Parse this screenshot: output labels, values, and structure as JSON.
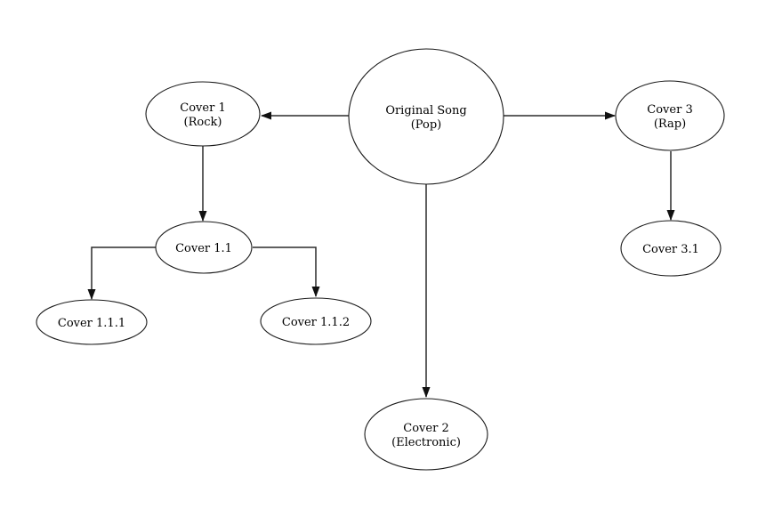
{
  "diagram": {
    "background_color": "#ffffff",
    "node_fill": "#ffffff",
    "node_stroke": "#000000",
    "edge_color": "#000000",
    "text_color": "#000000",
    "nodes": {
      "original_song": {
        "line1": "Original Song",
        "line2": "(Pop)"
      },
      "cover_1": {
        "line1": "Cover 1",
        "line2": "(Rock)"
      },
      "cover_3": {
        "line1": "Cover 3",
        "line2": "(Rap)"
      },
      "cover_2": {
        "line1": "Cover 2",
        "line2": "(Electronic)"
      },
      "cover_1_1": {
        "label": "Cover 1.1"
      },
      "cover_1_1_1": {
        "label": "Cover 1.1.1"
      },
      "cover_1_1_2": {
        "label": "Cover 1.1.2"
      },
      "cover_3_1": {
        "label": "Cover 3.1"
      }
    },
    "edges": [
      {
        "from": "Original Song (Pop)",
        "to": "Cover 1 (Rock)"
      },
      {
        "from": "Original Song (Pop)",
        "to": "Cover 3 (Rap)"
      },
      {
        "from": "Original Song (Pop)",
        "to": "Cover 2 (Electronic)"
      },
      {
        "from": "Cover 1 (Rock)",
        "to": "Cover 1.1"
      },
      {
        "from": "Cover 1.1",
        "to": "Cover 1.1.1"
      },
      {
        "from": "Cover 1.1",
        "to": "Cover 1.1.2"
      },
      {
        "from": "Cover 3 (Rap)",
        "to": "Cover 3.1"
      }
    ]
  }
}
